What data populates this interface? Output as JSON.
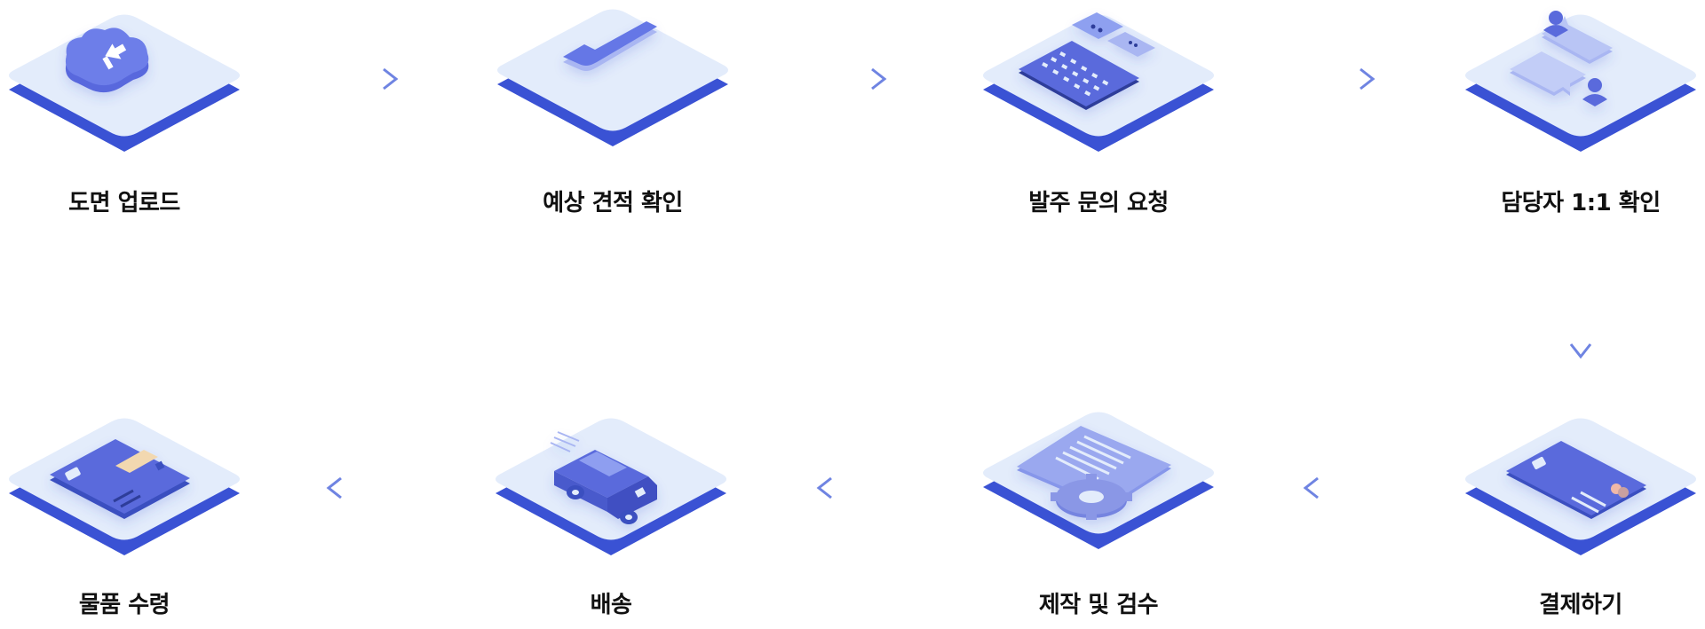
{
  "steps": [
    {
      "label": "도면 업로드",
      "icon": "cloud-upload-icon"
    },
    {
      "label": "예상 견적 확인",
      "icon": "check-mark-icon"
    },
    {
      "label": "발주 문의 요청",
      "icon": "keyboard-message-icon"
    },
    {
      "label": "담당자 1:1 확인",
      "icon": "chat-bubbles-icon"
    },
    {
      "label": "결제하기",
      "icon": "credit-card-icon"
    },
    {
      "label": "제작 및 검수",
      "icon": "document-gear-icon"
    },
    {
      "label": "배송",
      "icon": "delivery-truck-icon"
    },
    {
      "label": "물품 수령",
      "icon": "package-box-icon"
    }
  ],
  "colors": {
    "tile_top": "#e3ecfb",
    "tile_edge": "#3a52d4",
    "icon_main": "#6577e6",
    "icon_light": "#a9b6f2",
    "arrow": "#6f84e2",
    "label": "#111111"
  }
}
